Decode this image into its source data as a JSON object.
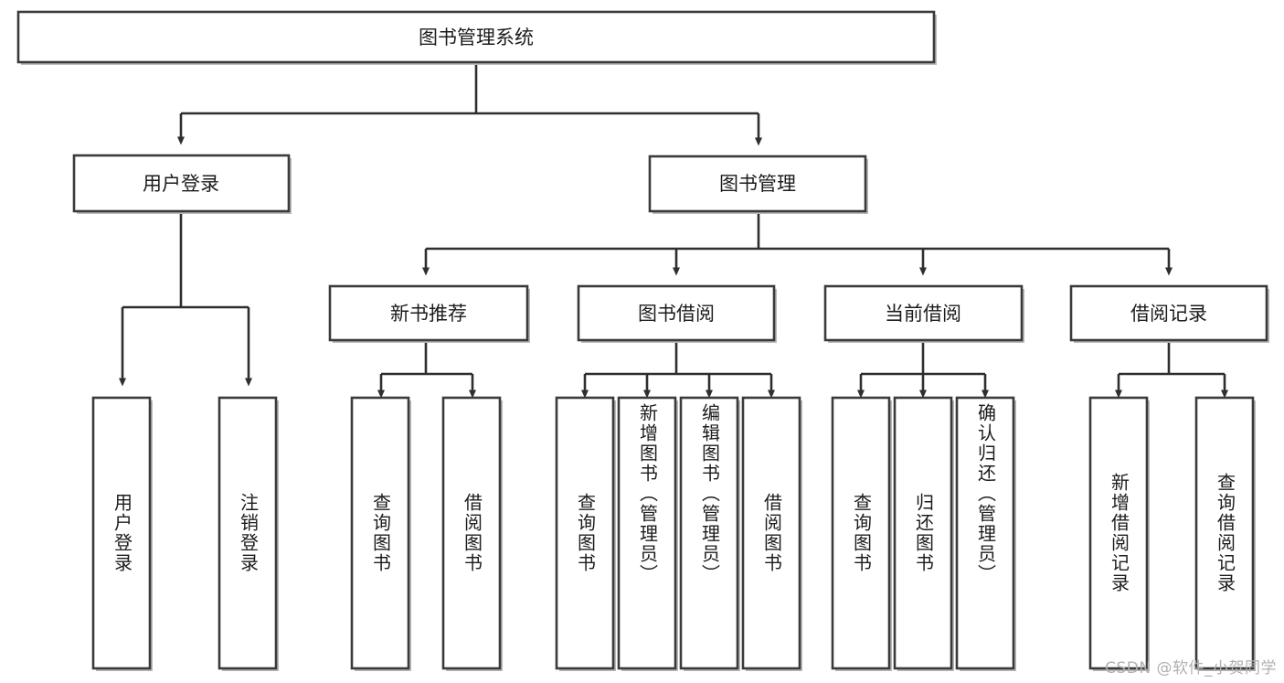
{
  "diagram": {
    "type": "tree",
    "title": "图书管理系统",
    "orientation": "top-down",
    "colors": {
      "box_stroke": "#3a3a3a",
      "box_fill": "#ffffff",
      "connector": "#2e2e2e",
      "text": "#1c1c1c",
      "watermark": "#b0b0b0",
      "background": "#ffffff"
    },
    "root": {
      "label": "图书管理系统"
    },
    "level2": [
      {
        "label": "用户登录"
      },
      {
        "label": "图书管理"
      }
    ],
    "level3": [
      {
        "label": "新书推荐"
      },
      {
        "label": "图书借阅"
      },
      {
        "label": "当前借阅"
      },
      {
        "label": "借阅记录"
      }
    ],
    "leaves": {
      "user_login": [
        {
          "label": "用户登录"
        },
        {
          "label": "注销登录"
        }
      ],
      "new_book": [
        {
          "label": "查询图书"
        },
        {
          "label": "借阅图书"
        }
      ],
      "book_borrow": [
        {
          "label": "查询图书"
        },
        {
          "label": "新增图书（管理员）"
        },
        {
          "label": "编辑图书（管理员）"
        },
        {
          "label": "借阅图书"
        }
      ],
      "current_borrow": [
        {
          "label": "查询图书"
        },
        {
          "label": "归还图书"
        },
        {
          "label": "确认归还（管理员）"
        }
      ],
      "borrow_record": [
        {
          "label": "新增借阅记录"
        },
        {
          "label": "查询借阅记录"
        }
      ]
    }
  },
  "watermark": {
    "text": "CSDN @软件_小贺同学"
  }
}
